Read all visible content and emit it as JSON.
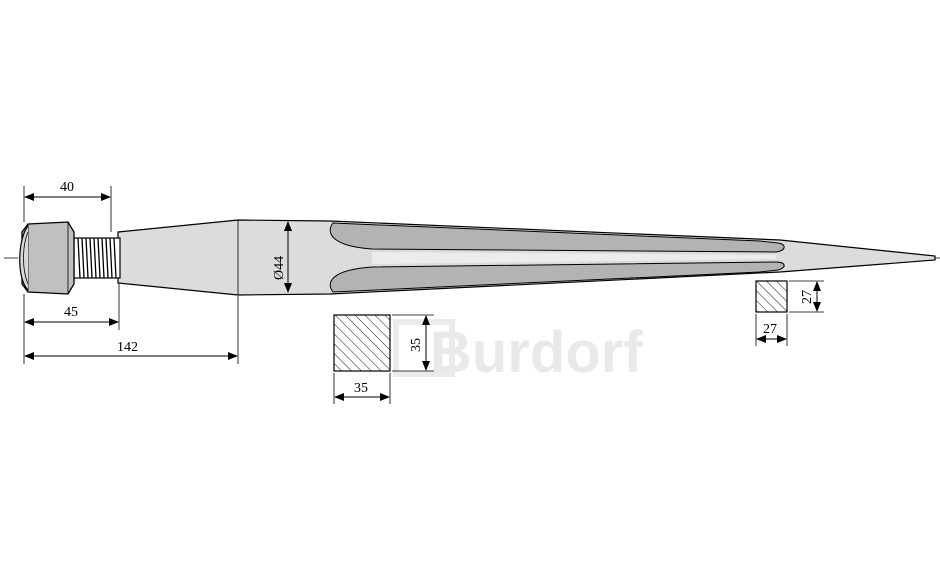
{
  "drawing": {
    "dim_thread_length": "40",
    "dim_nut_to_shoulder": "45",
    "dim_shank_length": "142",
    "dim_diameter": "Ø44",
    "section_base": {
      "width": "35",
      "height": "35"
    },
    "section_tip": {
      "width": "27",
      "height": "27"
    },
    "watermark": "Burdorf",
    "colors": {
      "body_fill": "#dcdcdc",
      "groove_fill": "#b3b3b3",
      "stroke": "#000000",
      "watermark": "#e9e9e9"
    }
  }
}
